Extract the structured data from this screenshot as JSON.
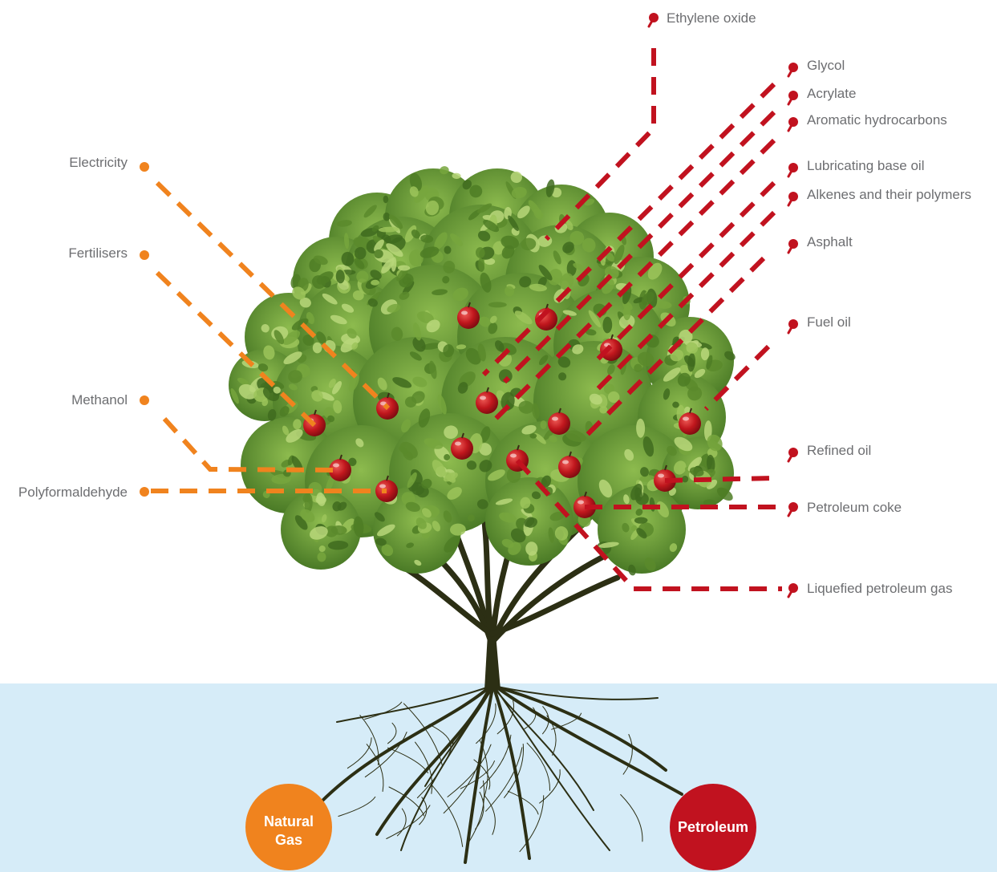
{
  "colors": {
    "natural_gas": "#f0831e",
    "petroleum": "#c1121f",
    "ground": "#d6ecf8",
    "trunk": "#2c2f14",
    "foliage_dark": "#3f6b1f",
    "foliage_mid": "#6a9a36",
    "foliage_light": "#a9cc6a",
    "apple": "#c0171d",
    "label_text": "#6d6e71"
  },
  "sources": {
    "natural_gas": {
      "line1": "Natural",
      "line2": "Gas"
    },
    "petroleum": {
      "label": "Petroleum"
    }
  },
  "natural_gas_products": [
    {
      "label": "Electricity"
    },
    {
      "label": "Fertilisers"
    },
    {
      "label": "Methanol"
    },
    {
      "label": "Polyformaldehyde"
    }
  ],
  "petroleum_products": [
    {
      "label": "Ethylene oxide"
    },
    {
      "label": "Glycol"
    },
    {
      "label": "Acrylate"
    },
    {
      "label": "Aromatic hydrocarbons"
    },
    {
      "label": "Lubricating base oil"
    },
    {
      "label": "Alkenes and their polymers"
    },
    {
      "label": "Asphalt"
    },
    {
      "label": "Fuel oil"
    },
    {
      "label": "Refined oil"
    },
    {
      "label": "Petroleum coke"
    },
    {
      "label": "Liquefied petroleum gas"
    }
  ]
}
